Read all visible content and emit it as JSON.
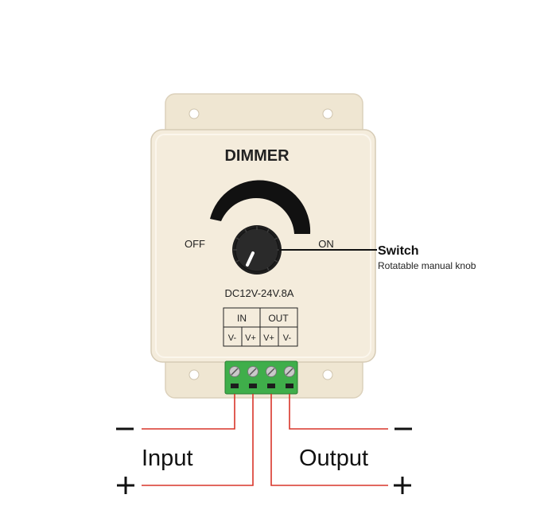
{
  "device": {
    "title": "DIMMER",
    "off_label": "OFF",
    "on_label": "ON",
    "rating": "DC12V-24V.8A",
    "terminal_table": {
      "in_header": "IN",
      "out_header": "OUT",
      "cells": [
        "V-",
        "V+",
        "V+",
        "V-"
      ]
    }
  },
  "callout": {
    "title": "Switch",
    "subtitle": "Rotatable manual knob"
  },
  "wiring": {
    "input_label": "Input",
    "output_label": "Output",
    "input_minus": "−",
    "input_plus": "+",
    "output_minus": "−",
    "output_plus": "+"
  },
  "colors": {
    "housing": "#f2e9d8",
    "housing_edge": "#d9ceb8",
    "knob": "#1e1e1e",
    "arc": "#111111",
    "terminal_block": "#3fae4a",
    "wire": "#d9352a",
    "text": "#222222"
  }
}
